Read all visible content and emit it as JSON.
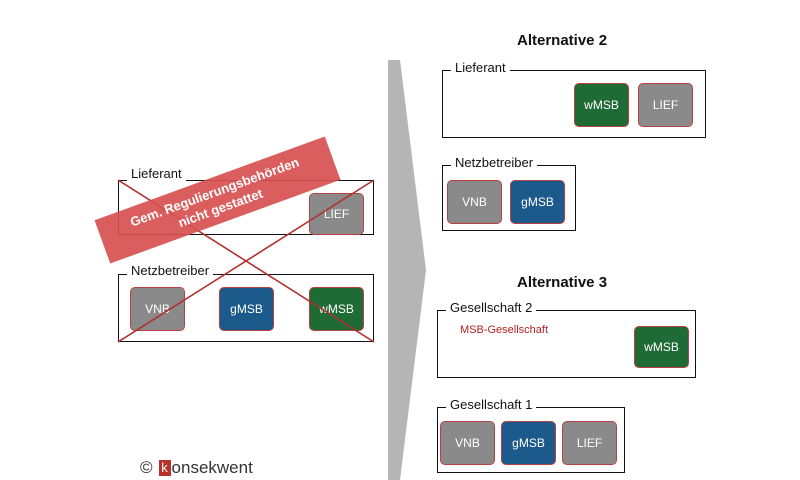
{
  "left": {
    "lieferant": {
      "label": "Lieferant",
      "tiles": [
        "LIEF"
      ]
    },
    "netzbetreiber": {
      "label": "Netzbetreiber",
      "tiles": [
        "VNB",
        "gMSB",
        "wMSB"
      ]
    },
    "banner": {
      "line1": "Gem. Regulierungsbehörden",
      "line2": "nicht gestattet"
    }
  },
  "alt2": {
    "title": "Alternative 2",
    "lieferant": {
      "label": "Lieferant",
      "tiles": [
        "wMSB",
        "LIEF"
      ]
    },
    "netzbetreiber": {
      "label": "Netzbetreiber",
      "tiles": [
        "VNB",
        "gMSB"
      ]
    }
  },
  "alt3": {
    "title": "Alternative 3",
    "gesellschaft2": {
      "label": "Gesellschaft 2",
      "sublabel": "MSB-Gesellschaft",
      "tiles": [
        "wMSB"
      ]
    },
    "gesellschaft1": {
      "label": "Gesellschaft 1",
      "tiles": [
        "VNB",
        "gMSB",
        "LIEF"
      ]
    }
  },
  "logo": {
    "copyright": "©",
    "k": "k",
    "text": "onsekwent"
  },
  "colors": {
    "grey": "#8a8a8a",
    "blue": "#1d5a8c",
    "green": "#1f6b36",
    "tile_border": "#b84040",
    "banner": "#d75050",
    "cross": "#b03030",
    "divider": "#b5b5b5"
  }
}
